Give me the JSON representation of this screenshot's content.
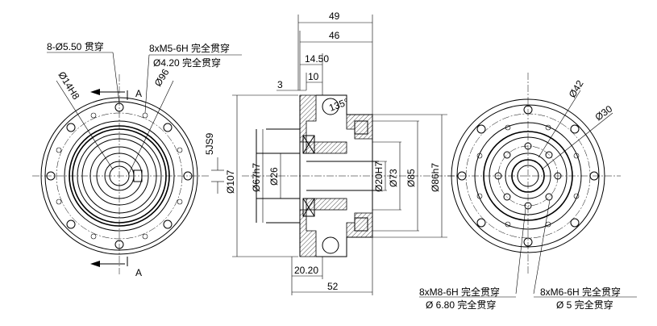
{
  "front_view": {
    "holes_outer": "8-Ø5.50 贯穿",
    "thread_label": "8xM5-6H 完全贯穿",
    "thread_drill": "Ø4.20 完全贯穿",
    "bore_dia": "Ø14H8",
    "bolt_circle": "Ø96",
    "section_mark": "A",
    "keyway": "5JS9"
  },
  "side_view": {
    "len_49": "49",
    "len_46": "46",
    "len_14_50": "14.50",
    "len_10": "10",
    "len_3": "3",
    "angle": "135°",
    "dia_107": "Ø107",
    "dia_67h7": "Ø67h7",
    "dia_26": "Ø26",
    "dia_20H7": "Ø20H7",
    "dia_73": "Ø73",
    "dia_85": "Ø85",
    "dia_86h7": "Ø86h7",
    "len_20_20": "20.20",
    "len_52": "52"
  },
  "rear_view": {
    "dia_42": "Ø42",
    "dia_30": "Ø30",
    "thread_m8": "8xM8-6H 完全贯穿",
    "drill_m8": "Ø 6.80 完全贯穿",
    "thread_m6": "8xM6-6H 完全贯穿",
    "drill_m6": "Ø 5 完全贯穿"
  }
}
